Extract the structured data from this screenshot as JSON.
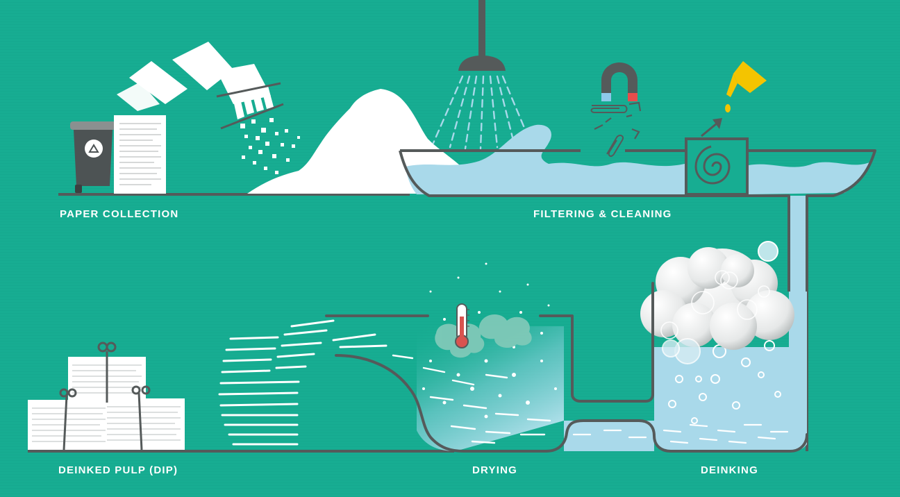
{
  "colors": {
    "background": "#17ad92",
    "pipe": "#555a5a",
    "water": "#a9d9ea",
    "paper": "#ffffff",
    "bin": "#4d5354",
    "foam": "#e9eaea",
    "magnet_red": "#e84c4c",
    "magnet_blue": "#8ec9ea",
    "glue_yellow": "#f4c400",
    "thermometer_red": "#d9534f"
  },
  "icons": [
    "recycle-bin-icon",
    "shower-head-icon",
    "magnet-icon",
    "glue-bottle-icon",
    "thermometer-icon",
    "spiral-filter-icon",
    "paper-clip-icon",
    "staple-icon"
  ],
  "stages": {
    "paper_collection": "PAPER COLLECTION",
    "filtering_cleaning": "FILTERING & CLEANING",
    "deinked_pulp": "DEINKED PULP (DIP)",
    "drying": "DRYING",
    "deinking": "DEINKING"
  }
}
